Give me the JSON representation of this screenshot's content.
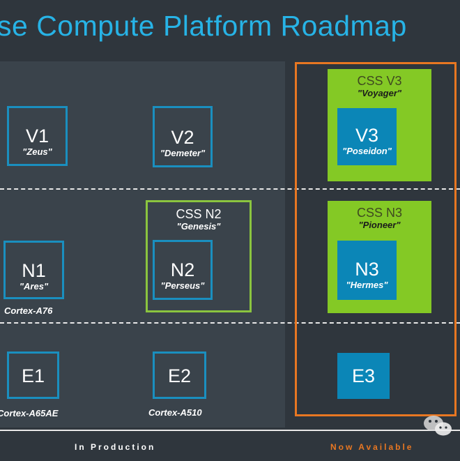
{
  "title": "se Compute Platform Roadmap",
  "footer": {
    "left": "In Production",
    "right": "Now Available"
  },
  "colors": {
    "background": "#2f363d",
    "panel": "#3a434b",
    "title": "#27b3e6",
    "core_border": "#1a8fbf",
    "core_fill": "#0b86b7",
    "css_green": "#84c925",
    "highlight": "#e87722"
  },
  "v_row": {
    "v1": {
      "name": "V1",
      "code": "\"Zeus\""
    },
    "v2": {
      "name": "V2",
      "code": "\"Demeter\""
    },
    "css_v3": {
      "name": "CSS V3",
      "code": "\"Voyager\""
    },
    "v3": {
      "name": "V3",
      "code": "\"Poseidon\""
    }
  },
  "n_row": {
    "n1": {
      "name": "N1",
      "code": "\"Ares\"",
      "cortex": "Cortex-A76"
    },
    "css_n2": {
      "name": "CSS N2",
      "code": "\"Genesis\""
    },
    "n2": {
      "name": "N2",
      "code": "\"Perseus\""
    },
    "css_n3": {
      "name": "CSS N3",
      "code": "\"Pioneer\""
    },
    "n3": {
      "name": "N3",
      "code": "\"Hermes\""
    }
  },
  "e_row": {
    "e1": {
      "name": "E1",
      "cortex": "Cortex-A65AE"
    },
    "e2": {
      "name": "E2",
      "cortex": "Cortex-A510"
    },
    "e3": {
      "name": "E3"
    }
  },
  "watermark_icon": "wechat-icon"
}
